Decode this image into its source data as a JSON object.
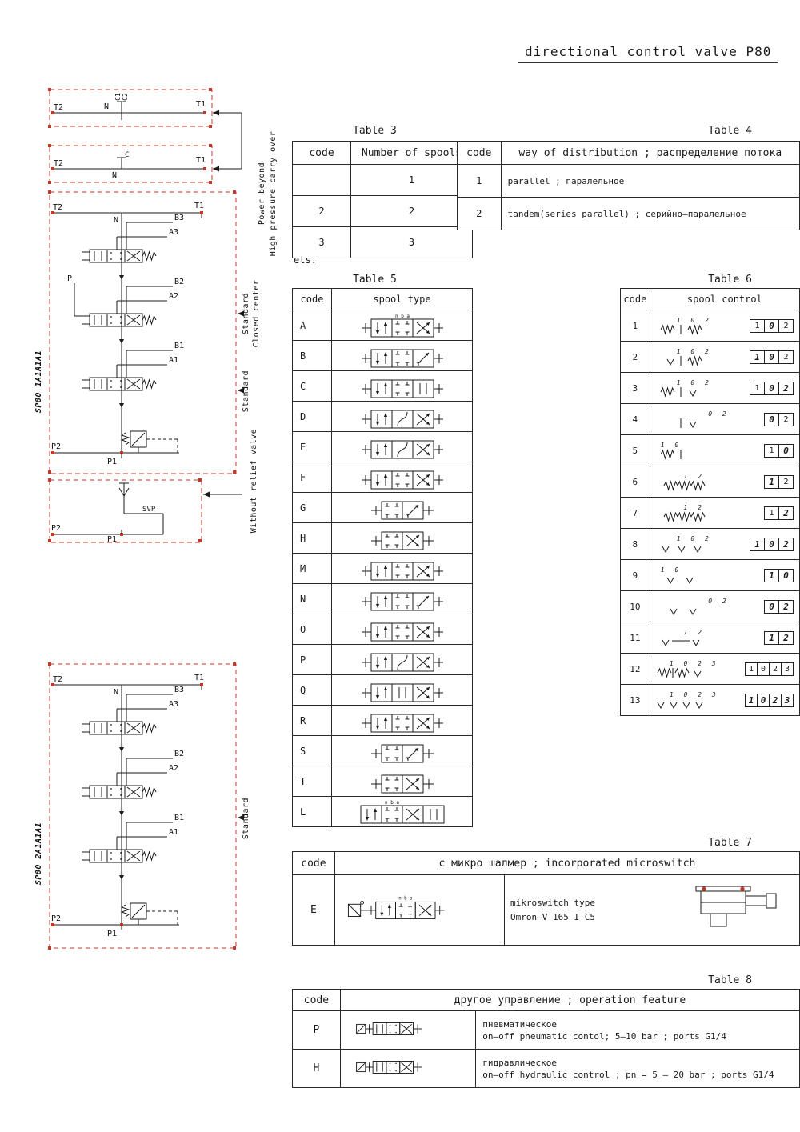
{
  "title": "directional control valve P80",
  "left": {
    "sp80_1": "SP80 1A1A1A1",
    "sp80_2": "SP80 2A1A1A1",
    "labels1": {
      "t2": "T2",
      "t1": "T1",
      "n": "N",
      "c1": "C1",
      "c2": "C2"
    },
    "labels2": {
      "t2": "T2",
      "t1": "T1",
      "c": "C",
      "n": "N"
    },
    "labels3": {
      "t2": "T2",
      "t1": "T1",
      "n": "N",
      "b3": "B3",
      "a3": "A3",
      "b2": "B2",
      "a2": "A2",
      "b1": "B1",
      "a1": "A1",
      "p": "P",
      "p2": "P2",
      "p1": "P1"
    },
    "labels4": {
      "p2": "P2",
      "p1": "P1",
      "svp": "SVP"
    },
    "labels5": {
      "t2": "T2",
      "t1": "T1",
      "n": "N",
      "b3": "B3",
      "a3": "A3",
      "b2": "B2",
      "a2": "A2",
      "b1": "B1",
      "a1": "A1",
      "p2": "P2",
      "p1": "P1"
    },
    "side": {
      "power_beyond": "Power beyond",
      "carry_over": "High pressure carry over",
      "standard_a": "Standard",
      "closed_center": "Closed center",
      "standard_b": "Standard",
      "without_relief": "Without relief valve",
      "standard_c": "Standard"
    }
  },
  "table3": {
    "caption": "Table 3",
    "col_code": "code",
    "col_spools": "Number of spools",
    "rows": [
      {
        "code": "",
        "n": "1"
      },
      {
        "code": "2",
        "n": "2"
      },
      {
        "code": "3",
        "n": "3"
      }
    ],
    "note": "ets."
  },
  "table4": {
    "caption": "Table 4",
    "col_code": "code",
    "col_way": "way of distribution ; распределение потока",
    "rows": [
      {
        "code": "1",
        "t": "parallel ; паралельное"
      },
      {
        "code": "2",
        "t": "tandem(series parallel) ; серийно—паралельное"
      }
    ]
  },
  "table5": {
    "caption": "Table 5",
    "col_code": "code",
    "col_type": "spool type",
    "rows": [
      {
        "code": "A",
        "marks": "n b a"
      },
      {
        "code": "B"
      },
      {
        "code": "C"
      },
      {
        "code": "D"
      },
      {
        "code": "E"
      },
      {
        "code": "F"
      },
      {
        "code": "G"
      },
      {
        "code": "H"
      },
      {
        "code": "M"
      },
      {
        "code": "N"
      },
      {
        "code": "O"
      },
      {
        "code": "P"
      },
      {
        "code": "Q"
      },
      {
        "code": "R"
      },
      {
        "code": "S"
      },
      {
        "code": "T"
      },
      {
        "code": "L",
        "marks": "n b a"
      }
    ]
  },
  "table6": {
    "caption": "Table 6",
    "col_code": "code",
    "col_ctl": "spool control",
    "rows": [
      {
        "code": "1",
        "top": "1 0 2",
        "p": [
          "1",
          "0",
          "2"
        ]
      },
      {
        "code": "2",
        "top": "1 0 2",
        "p": [
          "1",
          "0",
          "2"
        ]
      },
      {
        "code": "3",
        "top": "1 0 2",
        "p": [
          "1",
          "0",
          "2"
        ]
      },
      {
        "code": "4",
        "top": "0 2",
        "p": [
          "0",
          "2"
        ]
      },
      {
        "code": "5",
        "top": "1 0",
        "p": [
          "1",
          "0"
        ]
      },
      {
        "code": "6",
        "top": "1 2",
        "p": [
          "1",
          "2"
        ]
      },
      {
        "code": "7",
        "top": "1 2",
        "p": [
          "1",
          "2"
        ]
      },
      {
        "code": "8",
        "top": "1 0 2",
        "p": [
          "1",
          "0",
          "2"
        ]
      },
      {
        "code": "9",
        "top": "1 0",
        "p": [
          "1",
          "0"
        ]
      },
      {
        "code": "10",
        "top": "0 2",
        "p": [
          "0",
          "2"
        ]
      },
      {
        "code": "11",
        "top": "1 2",
        "p": [
          "1",
          "2"
        ]
      },
      {
        "code": "12",
        "top": "1 0 2 3",
        "p": [
          "1",
          "0",
          "2",
          "3"
        ]
      },
      {
        "code": "13",
        "top": "1 0 2 3",
        "p": [
          "1",
          "0",
          "2",
          "3"
        ]
      }
    ]
  },
  "table7": {
    "caption": "Table 7",
    "col_code": "code",
    "col_title": "с микро шалмер ; incorporated microswitch",
    "rows": [
      {
        "code": "E",
        "marks": "n b a",
        "line1": "mikroswitch type",
        "line2": "Omron–V 165 I C5"
      }
    ]
  },
  "table8": {
    "caption": "Table 8",
    "col_code": "code",
    "col_title": "другое управление ; operation feature",
    "rows": [
      {
        "code": "P",
        "line1": "пневматическое",
        "line2": "on–off pneumatic contol; 5–10 bar ; ports G1/4"
      },
      {
        "code": "H",
        "line1": "гидравлическое",
        "line2": "on–off hydraulic control ; pn = 5 – 20 bar ; ports G1/4"
      }
    ]
  }
}
